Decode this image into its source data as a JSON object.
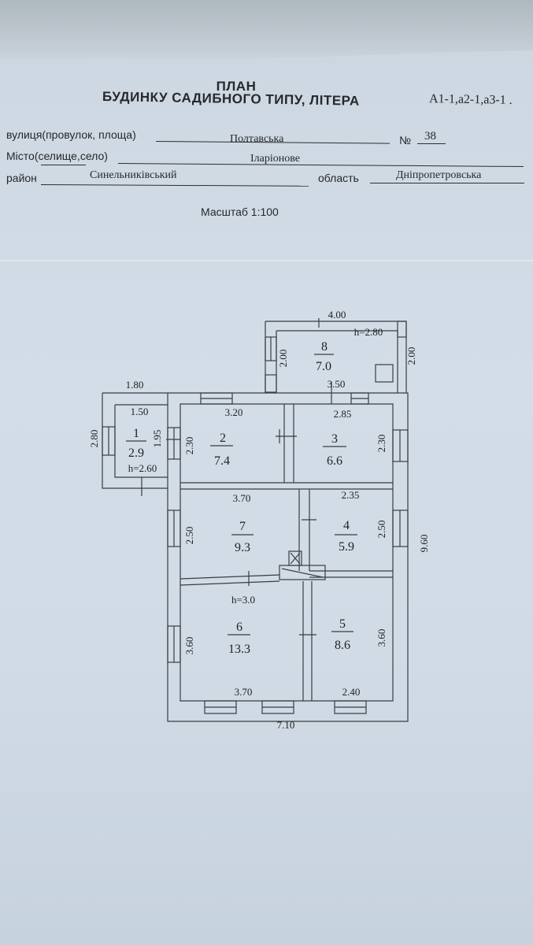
{
  "header": {
    "title_line1": "ПЛАН",
    "title_line2": "БУДИНКУ САДИБНОГО ТИПУ, ЛІТЕРА",
    "litera": "А1-1,а2-1,а3-1 ."
  },
  "address": {
    "street_label": "вулиця(провулок, площа)",
    "street_value": "Полтавська",
    "number_label": "№",
    "number_value": "38",
    "city_label": "Місто(селище,село)",
    "city_value": "Іларіонове",
    "district_label": "район",
    "district_value": "Синельниківський",
    "region_label": "область",
    "region_value": "Дніпропетровська"
  },
  "scale": "Масштаб 1:100",
  "plan": {
    "rooms": [
      {
        "number": "1",
        "area": "2.9"
      },
      {
        "number": "2",
        "area": "7.4"
      },
      {
        "number": "3",
        "area": "6.6"
      },
      {
        "number": "4",
        "area": "5.9"
      },
      {
        "number": "5",
        "area": "8.6"
      },
      {
        "number": "6",
        "area": "13.3"
      },
      {
        "number": "7",
        "area": "9.3"
      },
      {
        "number": "8",
        "area": "7.0"
      }
    ],
    "dimensions": {
      "d400": "4.00",
      "h280": "h=2.80",
      "d200a": "2.00",
      "d200b": "2.00",
      "d180": "1.80",
      "d350": "3.50",
      "d150": "1.50",
      "d320": "3.20",
      "d285": "2.85",
      "d280": "2.80",
      "d195": "1.95",
      "d230a": "2.30",
      "d230b": "2.30",
      "h260": "h=2.60",
      "d370a": "3.70",
      "d235": "2.35",
      "d250a": "2.50",
      "d250b": "2.50",
      "d960": "9.60",
      "h30": "h=3.0",
      "d360a": "3.60",
      "d360b": "3.60",
      "d370b": "3.70",
      "d240": "2.40",
      "d710": "7.10"
    }
  }
}
